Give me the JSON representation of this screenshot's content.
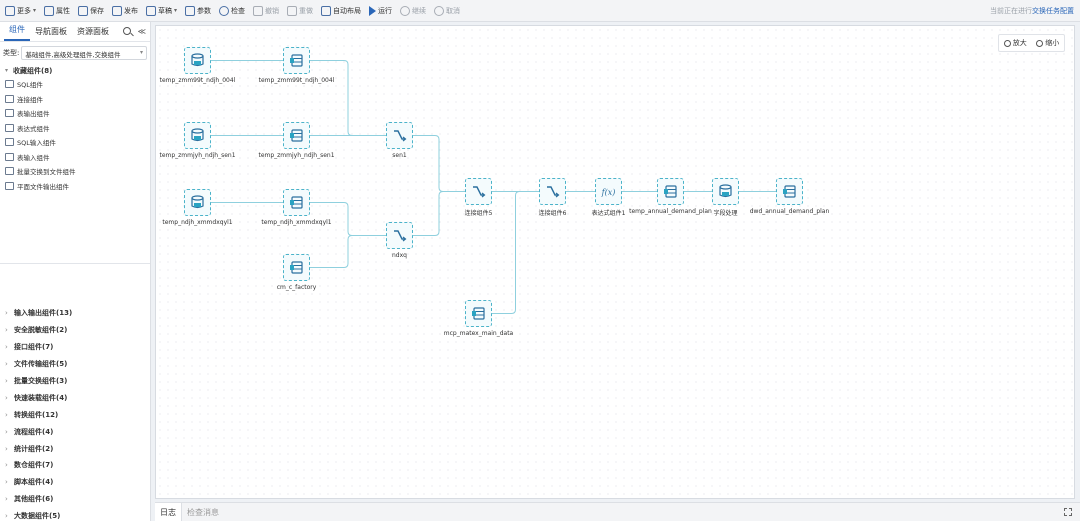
{
  "toolbar": {
    "buttons": [
      {
        "label": "更多",
        "icon": "menu-icon",
        "caret": "▾",
        "disabled": false
      },
      {
        "label": "属性",
        "icon": "properties-icon",
        "disabled": false
      },
      {
        "label": "保存",
        "icon": "save-icon",
        "disabled": false
      },
      {
        "label": "发布",
        "icon": "publish-icon",
        "disabled": false
      },
      {
        "label": "草稿",
        "icon": "draft-icon",
        "caret": "▾",
        "disabled": false
      },
      {
        "label": "参数",
        "icon": "params-icon",
        "disabled": false
      },
      {
        "label": "检查",
        "icon": "check-icon",
        "disabled": false
      },
      {
        "label": "撤销",
        "icon": "undo-icon",
        "disabled": true
      },
      {
        "label": "重做",
        "icon": "redo-icon",
        "disabled": true
      },
      {
        "label": "自动布局",
        "icon": "auto-layout-icon",
        "disabled": false
      },
      {
        "label": "运行",
        "icon": "play-icon",
        "disabled": false
      },
      {
        "label": "继续",
        "icon": "continue-icon",
        "disabled": true
      },
      {
        "label": "取消",
        "icon": "cancel-icon",
        "disabled": true
      }
    ],
    "status_prefix": "当前正在进行",
    "status_link": "交换任务配置"
  },
  "left": {
    "tabs": [
      "组件",
      "导航面板",
      "资源面板"
    ],
    "collapse_glyph": "≪",
    "type_label": "类型:",
    "type_value": "基础组件,高级处理组件,交换组件",
    "fav_group": "收藏组件(8)",
    "fav_items": [
      {
        "label": "SQL组件",
        "icon": "sql-icon"
      },
      {
        "label": "连接组件",
        "icon": "join-icon"
      },
      {
        "label": "表输出组件",
        "icon": "table-output-icon"
      },
      {
        "label": "表达式组件",
        "icon": "expression-icon"
      },
      {
        "label": "SQL输入组件",
        "icon": "sql-input-icon"
      },
      {
        "label": "表输入组件",
        "icon": "table-input-icon"
      },
      {
        "label": "批量交换到文件组件",
        "icon": "batch-file-icon"
      },
      {
        "label": "平面文件输出组件",
        "icon": "flat-file-icon"
      }
    ],
    "categories": [
      "输入输出组件(13)",
      "安全脱敏组件(2)",
      "接口组件(7)",
      "文件传输组件(5)",
      "批量交换组件(3)",
      "快速装载组件(4)",
      "转换组件(12)",
      "流程组件(4)",
      "统计组件(2)",
      "数仓组件(7)",
      "脚本组件(4)",
      "其他组件(6)",
      "大数据组件(5)"
    ]
  },
  "canvas": {
    "zoom_in": "放大",
    "zoom_out": "缩小",
    "nodes": [
      {
        "label": "temp_zmm99t_ndjh_004l",
        "type": "db"
      },
      {
        "label": "temp_zmm99t_ndjh_004l",
        "type": "table"
      },
      {
        "label": "temp_zmmjyh_ndjh_sen1",
        "type": "db"
      },
      {
        "label": "temp_zmmjyh_ndjh_sen1",
        "type": "table"
      },
      {
        "label": "sen1",
        "type": "join"
      },
      {
        "label": "temp_ndjh_xmmdxqyl1",
        "type": "db"
      },
      {
        "label": "temp_ndjh_xmmdxqyl1",
        "type": "table"
      },
      {
        "label": "ndxq",
        "type": "join"
      },
      {
        "label": "cm_c_factory",
        "type": "table"
      },
      {
        "label": "连接组件5",
        "type": "join"
      },
      {
        "label": "连接组件6",
        "type": "join"
      },
      {
        "label": "表达式组件1",
        "type": "fx"
      },
      {
        "label": "temp_annual_demand_plan",
        "type": "table"
      },
      {
        "label": "字段处理",
        "type": "db"
      },
      {
        "label": "dwd_annual_demand_plan",
        "type": "table"
      },
      {
        "label": "mcp_matex_main_data",
        "type": "table"
      }
    ]
  },
  "bottom": {
    "tabs": [
      "日志",
      "检查消息"
    ]
  },
  "colors": {
    "accent": "#2a66b8",
    "node_border": "#4bb3c9",
    "edge": "#8fd0de"
  }
}
